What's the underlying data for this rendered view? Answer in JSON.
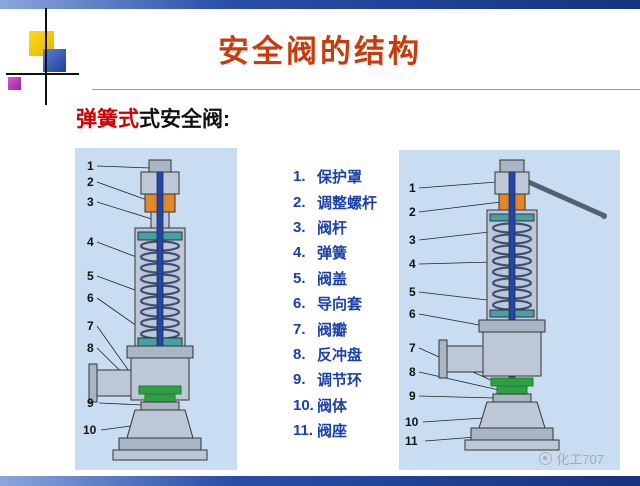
{
  "slide": {
    "title": "安全阀的结构",
    "subtitle_red": "弹簧式",
    "subtitle_black": "式安全阀:",
    "watermark": "化工707"
  },
  "legend": {
    "items": [
      {
        "num": "1.",
        "label": "保护罩"
      },
      {
        "num": "2.",
        "label": "调整螺杆"
      },
      {
        "num": "3.",
        "label": "阀杆"
      },
      {
        "num": "4.",
        "label": "弹簧"
      },
      {
        "num": "5.",
        "label": "阀盖"
      },
      {
        "num": "6.",
        "label": "导向套"
      },
      {
        "num": "7.",
        "label": "阀瓣"
      },
      {
        "num": "8.",
        "label": "反冲盘"
      },
      {
        "num": "9.",
        "label": "调节环"
      },
      {
        "num": "10.",
        "label": "阀体"
      },
      {
        "num": "11.",
        "label": "阀座"
      }
    ]
  },
  "diagrams": {
    "left": {
      "callouts": [
        "1",
        "2",
        "3",
        "4",
        "5",
        "6",
        "7",
        "8",
        "9",
        "10"
      ]
    },
    "right": {
      "callouts": [
        "1",
        "2",
        "3",
        "4",
        "5",
        "6",
        "7",
        "8",
        "9",
        "10",
        "11"
      ]
    }
  },
  "colors": {
    "title_text": "#c93a0c",
    "legend_text": "#1c3fae",
    "panel_background": "#c8ddf1",
    "top_bar_blue": "#2a4fa8",
    "spring_coil": "#3d4f73",
    "adjust_nut_orange": "#e0882a",
    "seat_green": "#2f9e44",
    "plate_teal": "#45a0a8"
  }
}
